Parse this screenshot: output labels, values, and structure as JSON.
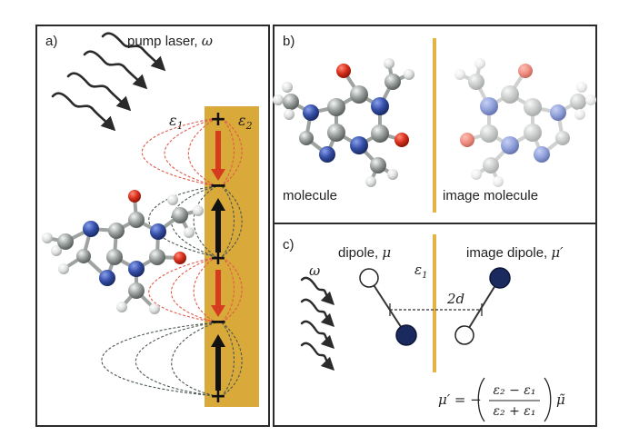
{
  "panel_a": {
    "label": "a)",
    "pump_label": "pump laser, ",
    "pump_symbol": "ω",
    "eps1": "ε",
    "eps1_sub": "1",
    "eps2": "ε",
    "eps2_sub": "2",
    "charges": [
      "+",
      "−",
      "+",
      "−",
      "+"
    ]
  },
  "panel_b": {
    "label": "b)",
    "molecule_label": "molecule",
    "image_label": "image molecule"
  },
  "panel_c": {
    "label": "c)",
    "omega": "ω",
    "dipole_label": "dipole, ",
    "dipole_symbol": "μ",
    "image_dipole_label": "image dipole, ",
    "image_dipole_symbol": "μ′",
    "eps1": "ε",
    "eps1_sub": "1",
    "distance": "2d",
    "formula_lhs": "μ′ = −",
    "formula_num": "ε₂ − ε₁",
    "formula_den": "ε₂ + ε₁",
    "formula_tail": "μ̃"
  },
  "colors": {
    "gold": "#D9A93A",
    "gold_line": "#E3B346",
    "red_arrow": "#D63B20",
    "red_dash": "#E05A4A",
    "dark_dash": "#4B5A50",
    "navy": "#1B2A5E",
    "oxygen": "#D7311E",
    "nitrogen": "#3650A8",
    "carbon": "#8F9592",
    "hydrogen": "#E2E4E3"
  }
}
